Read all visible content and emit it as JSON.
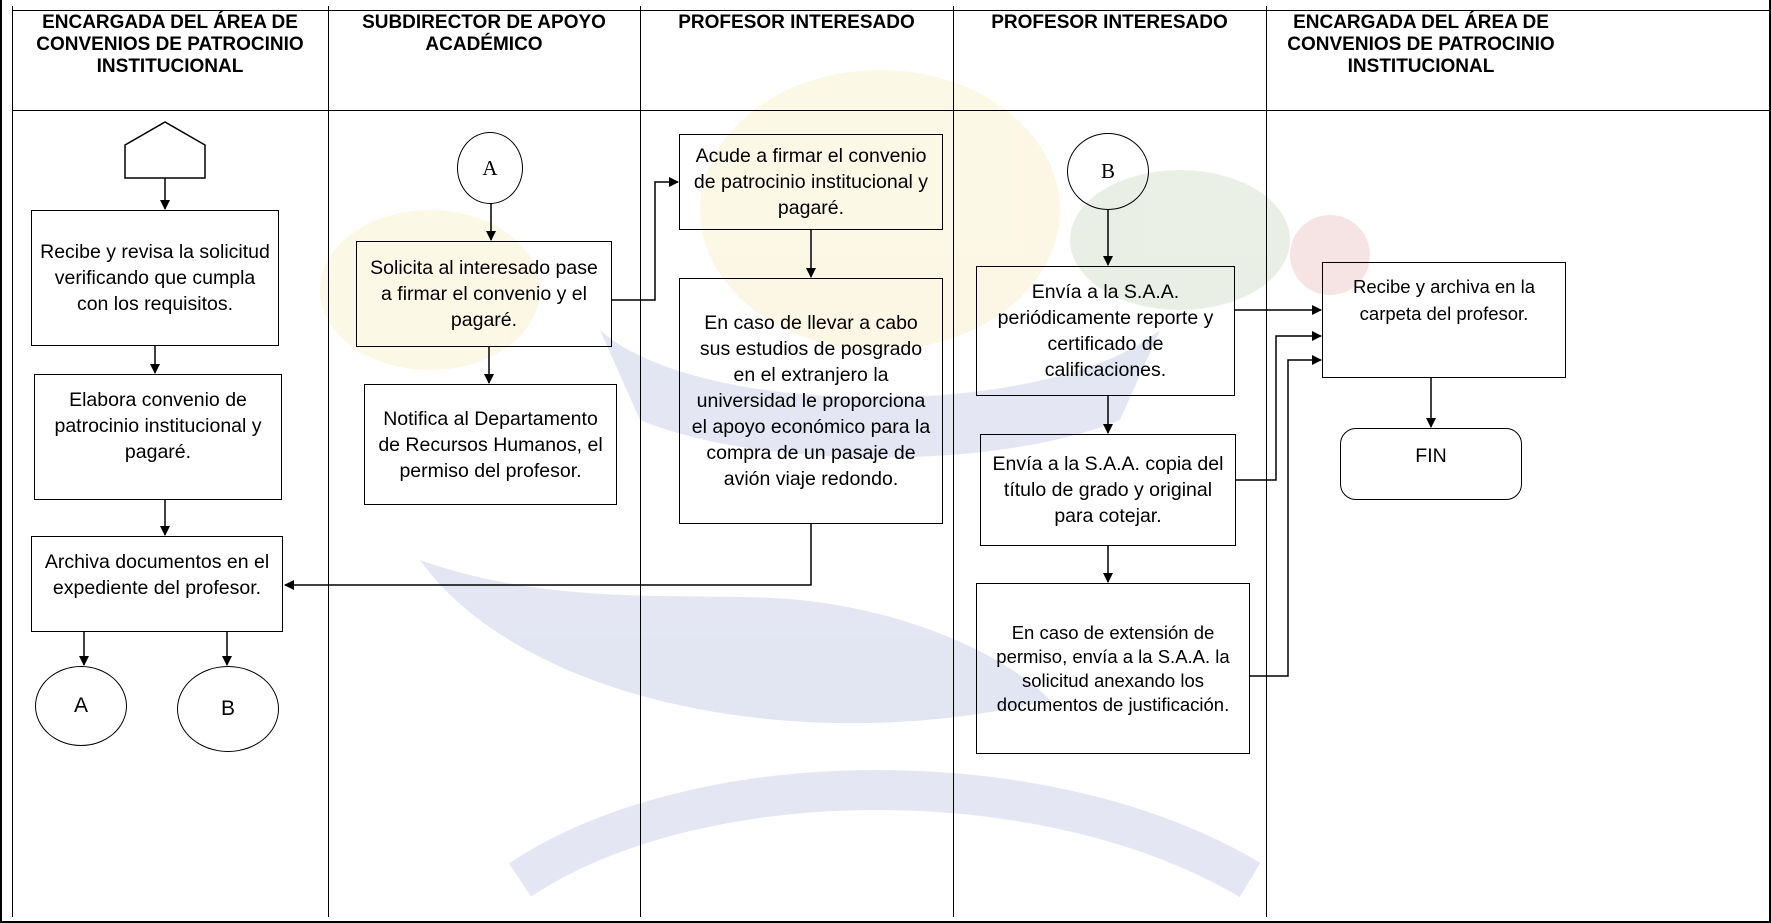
{
  "lanes": [
    "ENCARGADA DEL ÁREA DE CONVENIOS DE PATROCINIO INSTITUCIONAL",
    "SUBDIRECTOR DE APOYO ACADÉMICO",
    "PROFESOR INTERESADO",
    "PROFESOR INTERESADO",
    "ENCARGADA DEL ÁREA DE CONVENIOS DE PATROCINIO INSTITUCIONAL"
  ],
  "steps": {
    "recibe_revisa": "Recibe y revisa la solicitud verificando que cumpla con los requisitos.",
    "elabora_convenio": "Elabora convenio de patrocinio institucional y pagaré.",
    "archiva_documentos": "Archiva documentos en el expediente del profesor.",
    "solicita_firmar": "Solicita al interesado pase a firmar el convenio y el pagaré.",
    "notifica_rh": "Notifica al Departamento de Recursos Humanos, el permiso del profesor.",
    "acude_firmar": "Acude a firmar el convenio de patrocinio institucional y pagaré.",
    "caso_extranjero": "En caso de llevar a cabo sus estudios de posgrado en el extranjero la universidad le proporciona el apoyo económico para la compra de un pasaje de avión viaje redondo.",
    "envia_reporte": "Envía a la S.A.A. periódicamente reporte y certificado de calificaciones.",
    "envia_titulo": "Envía a la S.A.A. copia del título de grado y original para cotejar.",
    "caso_extension": "En caso de extensión de permiso, envía a la S.A.A. la solicitud anexando los documentos de justificación.",
    "recibe_archiva": "Recibe y archiva en la carpeta del profesor.",
    "fin": "FIN"
  },
  "connectors": {
    "out_a": "A",
    "out_b": "B",
    "in_a": "A",
    "in_b": "B"
  },
  "watermark_colors": {
    "blue": "#2b3fa0",
    "yellow": "#e8c63a",
    "red": "#c23a3a",
    "green": "#5a8a3a"
  }
}
